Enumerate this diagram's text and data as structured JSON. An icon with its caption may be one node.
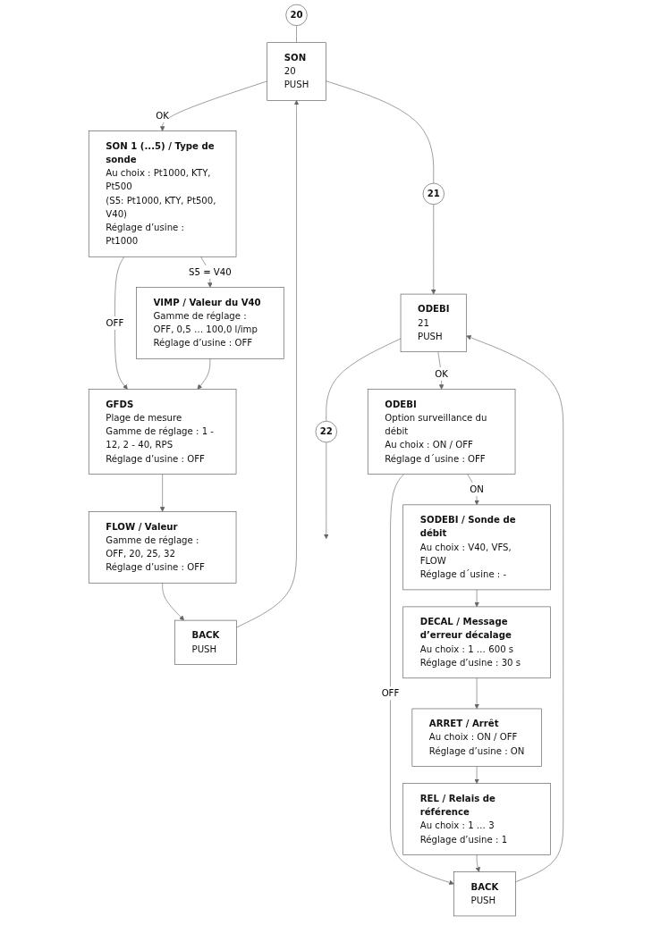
{
  "diagram": {
    "nodes": [
      {
        "text": [
          "20"
        ]
      },
      {
        "text": [
          "SON",
          "20",
          "PUSH"
        ]
      },
      {
        "text": [
          "SON 1 (...5) / Type de sonde",
          "Au choix : Pt1000, KTY, Pt500",
          "(S5: Pt1000, KTY, Pt500, V40)",
          "Réglage d’usine : Pt1000"
        ]
      },
      {
        "text": [
          "VIMP / Valeur du V40",
          "Gamme de réglage : OFF, 0,5 … 100,0 l/imp",
          "Réglage d’usine : OFF"
        ]
      },
      {
        "text": [
          "GFDS",
          "Plage de mesure",
          "Gamme de réglage : 1 - 12, 2 - 40, RPS",
          "Réglage d’usine : OFF"
        ]
      },
      {
        "text": [
          "FLOW / Valeur",
          "Gamme de réglage : OFF, 20, 25, 32",
          "Réglage d’usine : OFF"
        ]
      },
      {
        "text": [
          "BACK",
          "PUSH"
        ]
      },
      {
        "text": [
          "21"
        ]
      },
      {
        "text": [
          "ODEBI",
          "21",
          "PUSH"
        ]
      },
      {
        "text": [
          "ODEBI",
          "Option surveillance du débit",
          "Au choix : ON / OFF",
          "Réglage d´usine : OFF"
        ]
      },
      {
        "text": [
          "SODEBI / Sonde de débit",
          "Au choix : V40, VFS, FLOW",
          "Réglage d´usine : -"
        ]
      },
      {
        "text": [
          "DECAL / Message d’erreur décalage",
          "Au choix : 1 … 600 s",
          "Réglage d’usine : 30 s"
        ]
      },
      {
        "text": [
          "ARRET / Arrêt",
          "Au choix : ON / OFF",
          "Réglage d’usine : ON"
        ]
      },
      {
        "text": [
          "REL / Relais de référence",
          "Au choix : 1 … 3",
          "Réglage d’usine : 1"
        ]
      },
      {
        "text": [
          "BACK",
          "PUSH"
        ]
      },
      {
        "text": [
          "22"
        ]
      }
    ],
    "edges": [
      {
        "from": 0,
        "to": 1,
        "arrow": "none"
      },
      {
        "from": 1,
        "to": 2,
        "label": "OK",
        "arrow": "to"
      },
      {
        "from": 2,
        "to": 4,
        "label": "OFF",
        "arrow": "to"
      },
      {
        "from": 2,
        "to": 3,
        "label": "S5 = V40",
        "arrow": "to"
      },
      {
        "from": 3,
        "to": 4,
        "arrow": "to"
      },
      {
        "from": 4,
        "to": 5,
        "arrow": "to"
      },
      {
        "from": 5,
        "to": 6,
        "arrow": "to"
      },
      {
        "from": 6,
        "to": 1,
        "arrow": "to"
      },
      {
        "from": 1,
        "to": 7,
        "arrow": "none"
      },
      {
        "from": 7,
        "to": 8,
        "arrow": "to"
      },
      {
        "from": 8,
        "to": 9,
        "label": "OK",
        "arrow": "to"
      },
      {
        "from": 9,
        "to": 14,
        "label": "OFF",
        "arrow": "to"
      },
      {
        "from": 9,
        "to": 10,
        "label": "ON",
        "arrow": "to"
      },
      {
        "from": 10,
        "to": 11,
        "arrow": "to"
      },
      {
        "from": 11,
        "to": 12,
        "arrow": "to"
      },
      {
        "from": 12,
        "to": 13,
        "arrow": "to"
      },
      {
        "from": 13,
        "to": 14,
        "arrow": "to"
      },
      {
        "from": 14,
        "to": 8,
        "arrow": "to"
      },
      {
        "from": 8,
        "to": 15,
        "arrow": "none"
      },
      {
        "from": 15,
        "to": null,
        "arrow": "to"
      }
    ]
  }
}
